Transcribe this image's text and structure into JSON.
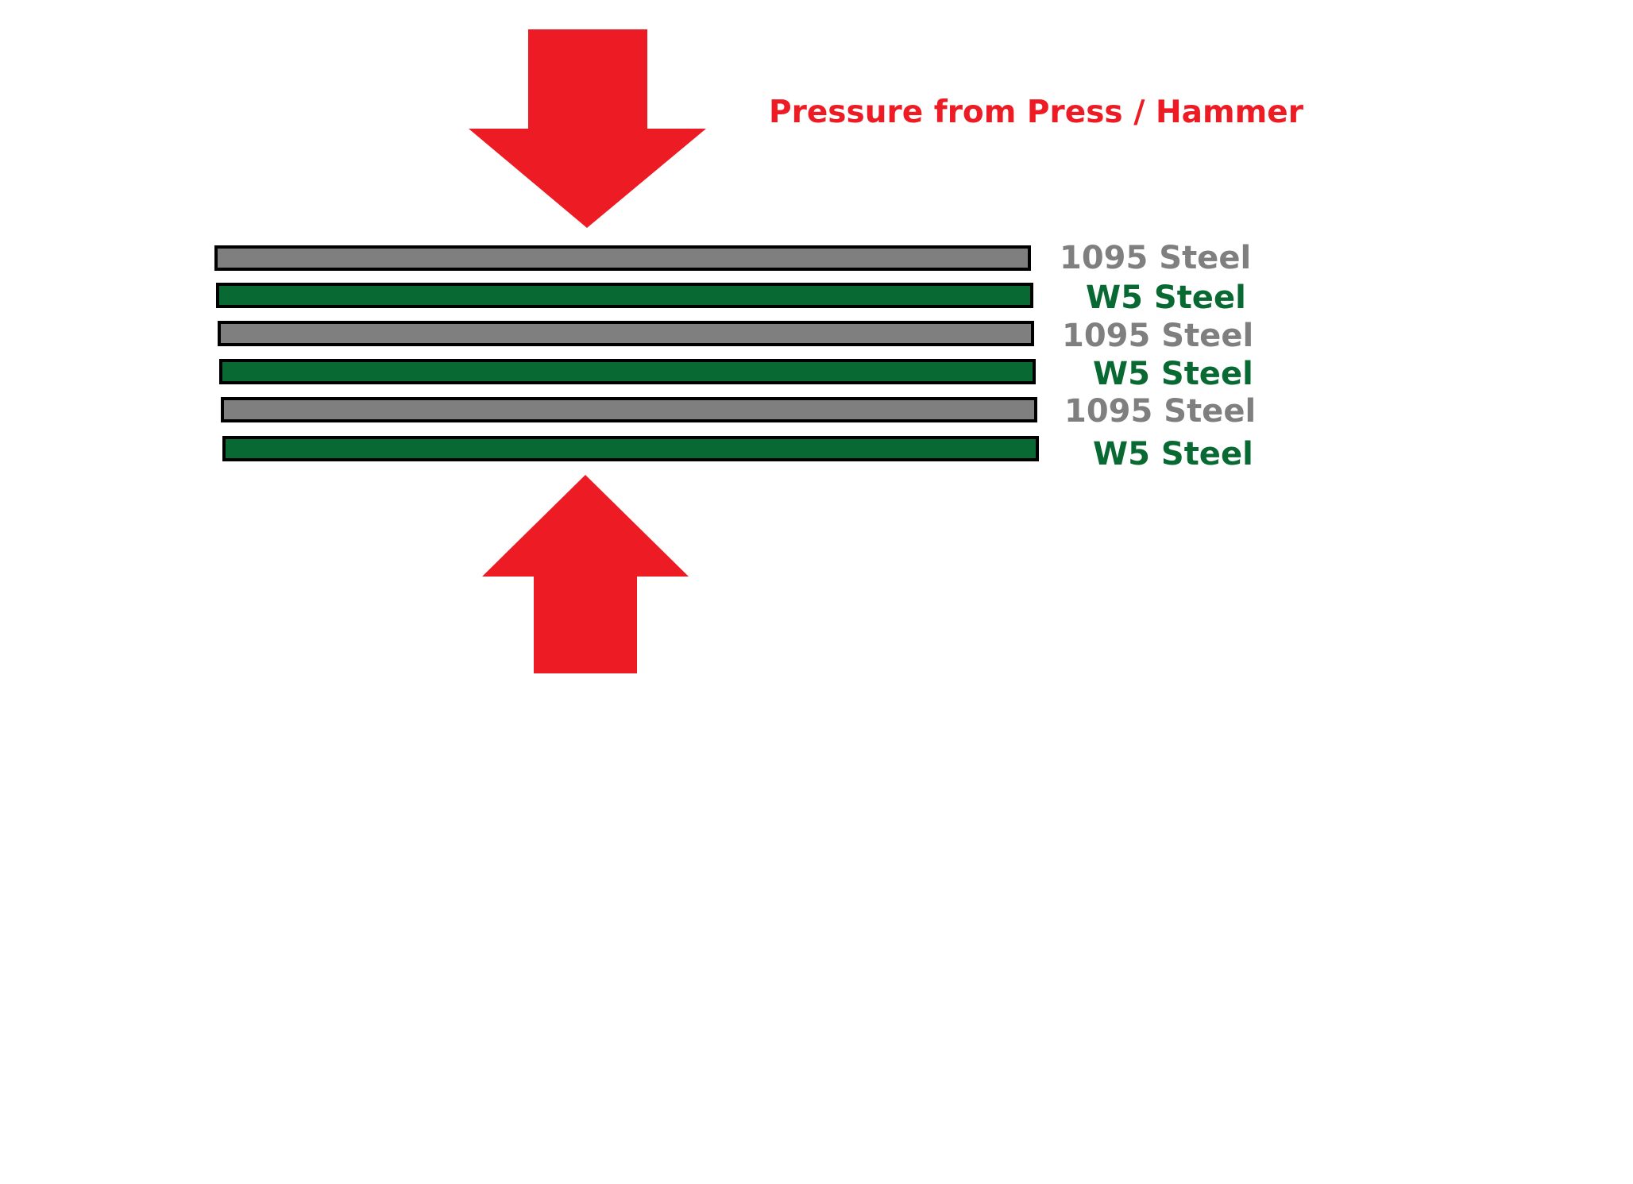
{
  "arrow_color": "#ed1c24",
  "pressure_label": "Pressure from Press / Hammer",
  "pressure_label_color": "#ed1c24",
  "arrows": [
    {
      "name": "arrow-down-icon",
      "direction": "down"
    },
    {
      "name": "arrow-up-icon",
      "direction": "up"
    }
  ],
  "layers": [
    {
      "label": "1095 Steel",
      "fill": "#7f7f7f",
      "text_color": "#7f7f7f"
    },
    {
      "label": "W5 Steel",
      "fill": "#086a32",
      "text_color": "#086a32"
    },
    {
      "label": "1095 Steel",
      "fill": "#7f7f7f",
      "text_color": "#7f7f7f"
    },
    {
      "label": "W5 Steel",
      "fill": "#086a32",
      "text_color": "#086a32"
    },
    {
      "label": "1095 Steel",
      "fill": "#7f7f7f",
      "text_color": "#7f7f7f"
    },
    {
      "label": "W5 Steel",
      "fill": "#086a32",
      "text_color": "#086a32"
    }
  ]
}
